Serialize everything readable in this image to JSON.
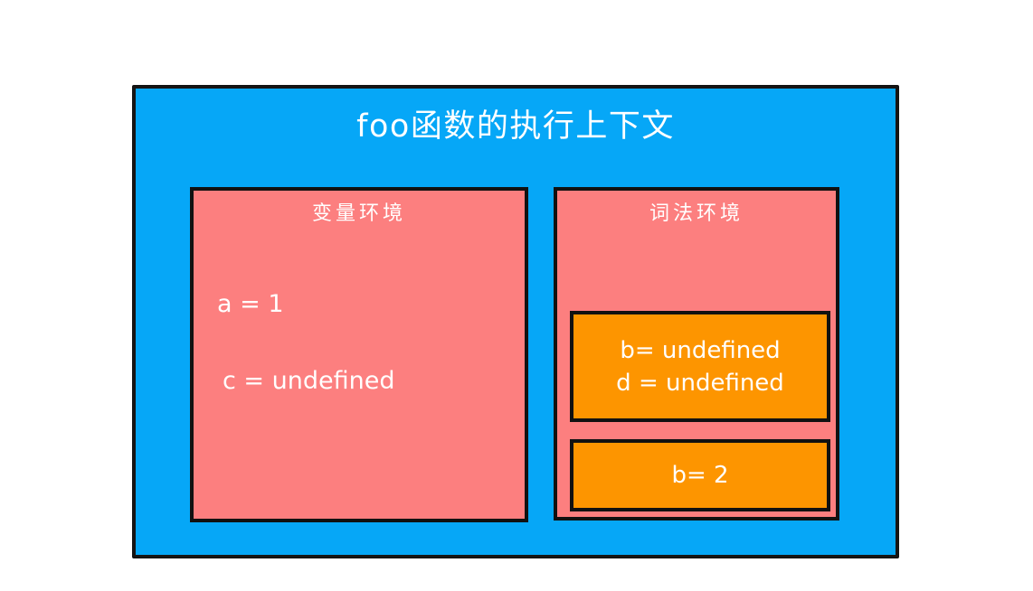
{
  "diagram": {
    "title": "foo函数的执行上下文",
    "colors": {
      "outer_box": "#06a7f7",
      "panel": "#fc7f7f",
      "binding_box": "#fd9500",
      "border": "#111111",
      "text": "#ffffff"
    },
    "variable_environment": {
      "title": "变量环境",
      "entries": [
        {
          "text": "a = 1"
        },
        {
          "text": "c = undefined"
        }
      ]
    },
    "lexical_environment": {
      "title": "词法环境",
      "binding_boxes": [
        {
          "name": "uninitialized-bindings",
          "lines": [
            "b= undefined",
            "d = undefined"
          ]
        },
        {
          "name": "assigned-binding",
          "lines": [
            "b= 2"
          ]
        }
      ]
    }
  }
}
